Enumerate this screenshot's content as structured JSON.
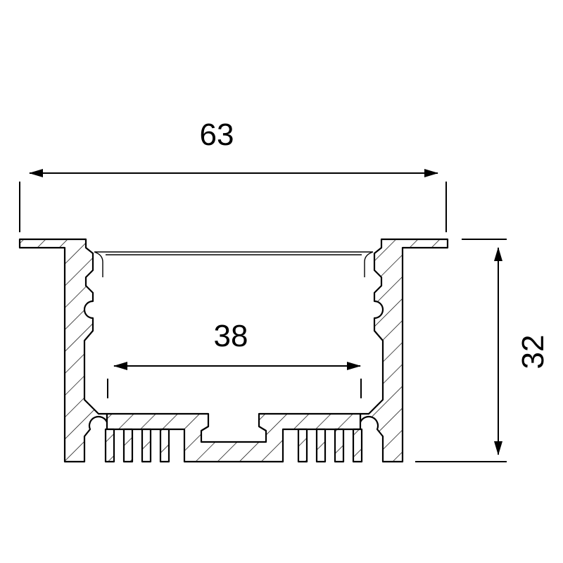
{
  "dimensions": {
    "overall_width": "63",
    "inner_width": "38",
    "height": "32"
  }
}
